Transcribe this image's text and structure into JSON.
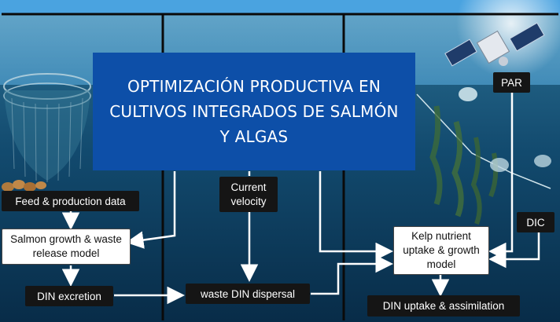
{
  "banner": {
    "title": "OPTIMIZACIÓN PRODUCTIVA EN CULTIVOS INTEGRADOS DE SALMÓN Y ALGAS"
  },
  "diagram": {
    "feed_data": "Feed & production data",
    "salmon_model": "Salmon growth & waste release model",
    "din_excretion": "DIN excretion",
    "current_velocity": "Current velocity",
    "waste_dispersal": "waste DIN dispersal",
    "par": "PAR",
    "dic": "DIC",
    "kelp_model": "Kelp nutrient uptake & growth model",
    "din_uptake": "DIN uptake & assimilation"
  },
  "colors": {
    "sky_top": "#7fc6f0",
    "water": "#0d3a5c",
    "banner": "#0d4fa8",
    "arrow": "#ffffff",
    "panel_border": "#0a0a0a"
  }
}
